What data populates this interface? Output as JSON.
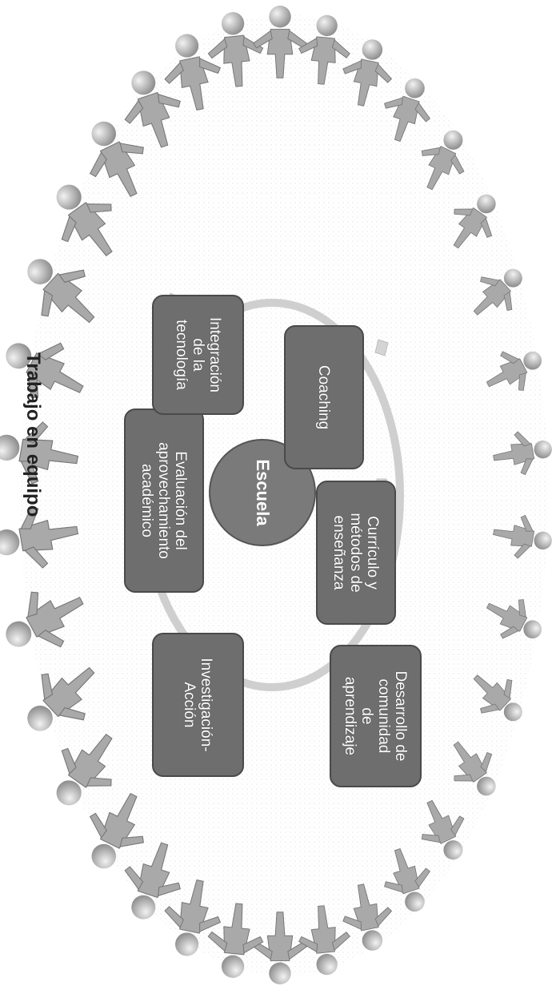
{
  "diagram": {
    "center_label": "Escuela",
    "boxes": [
      {
        "id": "coaching",
        "label": "Coaching"
      },
      {
        "id": "curriculo",
        "label": "Currículo y\nmétodos de\nenseñanza"
      },
      {
        "id": "comunidad",
        "label": "Desarrollo de\ncomunidad\nde\naprendizaje"
      },
      {
        "id": "investigacion",
        "label": "Investigación-\nAcción"
      },
      {
        "id": "evaluacion",
        "label": "Evaluación del\naprovechamiento\nacadémico"
      },
      {
        "id": "tecnologia",
        "label": "Integración\nde la\ntecnología"
      }
    ],
    "caption": "Trabajo en equipo"
  },
  "colors": {
    "box_fill": "#6e6e6e",
    "center_fill": "#7a7a7a",
    "figure_fill": "#a9a9a9",
    "ring": "#cfcfcf"
  }
}
